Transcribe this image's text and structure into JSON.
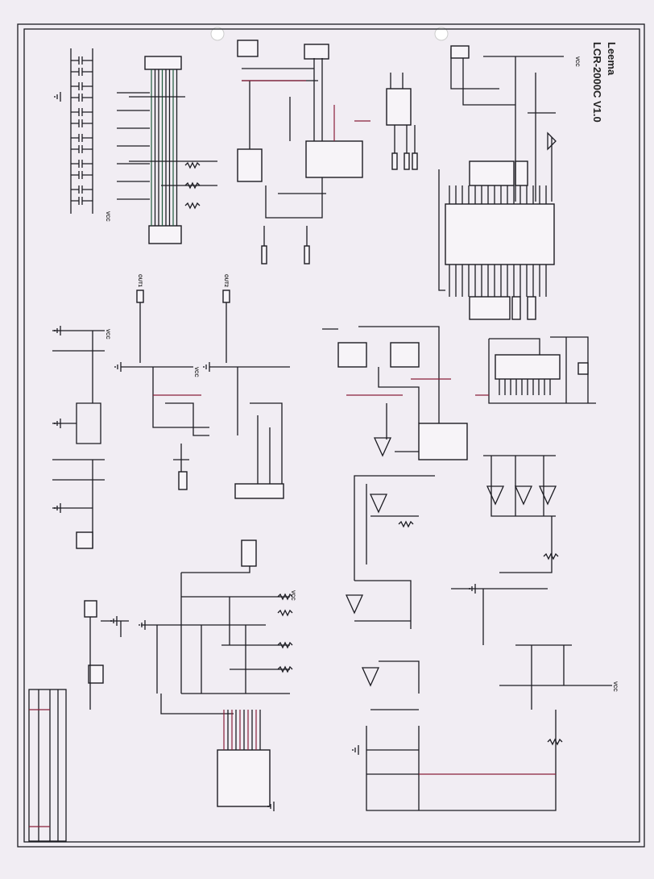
{
  "sheet": {
    "company": "Leema",
    "title": "LCR-2000C V1.0"
  },
  "labels": {
    "out1": "OUT1",
    "out2": "OUT2",
    "vcc": "VCC"
  },
  "colors": {
    "paper": "#f1edf3",
    "wire": "#1c1c22",
    "wire_red": "#8a1f3a",
    "wire_green": "#1d5a3a"
  }
}
